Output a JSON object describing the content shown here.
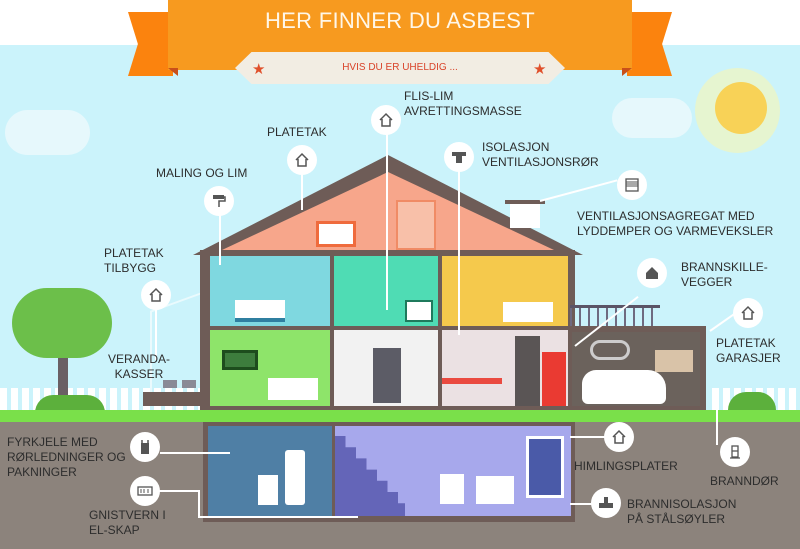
{
  "header": {
    "title": "HER FINNER DU ASBEST",
    "subtitle": "HVIS DU ER UHELDIG ...",
    "star_icon": "★"
  },
  "labels": {
    "flis_lim": [
      "FLIS-LIM",
      "AVRETTINGSMASSE"
    ],
    "platetak": "PLATETAK",
    "maling": "MALING OG LIM",
    "isolasjon": [
      "ISOLASJON",
      "VENTILASJONSRØR"
    ],
    "ventilasjon": [
      "VENTILASJONSAGREGAT  MED",
      "LYDDEMPER OG VARMEVEKSLER"
    ],
    "platetak_tilbygg": [
      "PLATETAK",
      "TILBYGG"
    ],
    "brannskille": [
      "BRANNSKILLE-",
      "VEGGER"
    ],
    "platetak_garasjer": [
      "PLATETAK",
      "GARASJER"
    ],
    "veranda": [
      "VERANDA-",
      "KASSER"
    ],
    "fyrkjele": [
      "FYRKJELE MED",
      "RØRLEDNINGER OG",
      "PAKNINGER"
    ],
    "gnistvern": [
      "GNISTVERN I",
      "EL-SKAP"
    ],
    "himlingsplater": "HIMLINGSPLATER",
    "branndor": "BRANNDØR",
    "brannisolasjon": [
      "BRANNISOLASJON",
      "PÅ STÅLSØYLER"
    ]
  },
  "colors": {
    "ribbon": "#f79a1f",
    "ribbon_tail": "#fb830e",
    "sky": "#cbf3fb",
    "roof": "#6e5c57",
    "attic": "#f7a68b",
    "room_blue": "#7fd8e0",
    "room_teal": "#4fdcb4",
    "room_yellow": "#f5c94c",
    "room_green": "#8ee46a",
    "room_white": "#f2f2f2",
    "kitchen": "#ebe1e3",
    "garage": "#6b625c",
    "basement_left": "#4f7fa5",
    "basement_right": "#a7a8ec",
    "ground": "#7ae04a",
    "soil": "#8c837c"
  }
}
